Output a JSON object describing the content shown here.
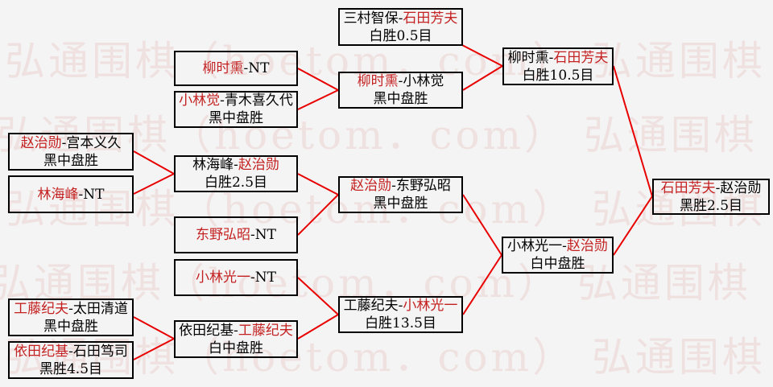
{
  "watermark": {
    "text": "弘通围棋（hoetom．com） 弘通围棋（hoetom．com）",
    "color": "#f0e1e1"
  },
  "colors": {
    "background": "#f4f4f4",
    "box_border": "#000000",
    "text": "#000000",
    "winner_red": "#c42222",
    "connector_red": "#e80000"
  },
  "bracket": {
    "separator": "-",
    "nodes": [
      {
        "p1": "柳时熏",
        "p1_red": true,
        "p2": "NT",
        "p2_red": false,
        "result": ""
      },
      {
        "p1": "小林觉",
        "p1_red": true,
        "p2": "青木喜久代",
        "p2_red": false,
        "result": "黑中盘胜"
      },
      {
        "p1": "三村智保",
        "p1_red": false,
        "p2": "石田芳夫",
        "p2_red": true,
        "result": "白胜0.5目"
      },
      {
        "p1": "柳时熏",
        "p1_red": true,
        "p2": "小林觉",
        "p2_red": false,
        "result": "黑中盘胜"
      },
      {
        "p1": "柳时熏",
        "p1_red": false,
        "p2": "石田芳夫",
        "p2_red": true,
        "result": "白胜10.5目"
      },
      {
        "p1": "赵治勋",
        "p1_red": true,
        "p2": "宫本义久",
        "p2_red": false,
        "result": "黑中盘胜"
      },
      {
        "p1": "林海峰",
        "p1_red": true,
        "p2": "NT",
        "p2_red": false,
        "result": ""
      },
      {
        "p1": "林海峰",
        "p1_red": false,
        "p2": "赵治勋",
        "p2_red": true,
        "result": "白胜2.5目"
      },
      {
        "p1": "东野弘昭",
        "p1_red": true,
        "p2": "NT",
        "p2_red": false,
        "result": ""
      },
      {
        "p1": "赵治勋",
        "p1_red": true,
        "p2": "东野弘昭",
        "p2_red": false,
        "result": "黑中盘胜"
      },
      {
        "p1": "小林光一",
        "p1_red": true,
        "p2": "NT",
        "p2_red": false,
        "result": ""
      },
      {
        "p1": "工藤纪夫",
        "p1_red": true,
        "p2": "太田清道",
        "p2_red": false,
        "result": "黑中盘胜"
      },
      {
        "p1": "依田纪基",
        "p1_red": true,
        "p2": "石田笃司",
        "p2_red": false,
        "result": "黑胜4.5目"
      },
      {
        "p1": "依田纪基",
        "p1_red": false,
        "p2": "工藤纪夫",
        "p2_red": true,
        "result": "白中盘胜"
      },
      {
        "p1": "工藤纪夫",
        "p1_red": false,
        "p2": "小林光一",
        "p2_red": true,
        "result": "白胜13.5目"
      },
      {
        "p1": "小林光一",
        "p1_red": false,
        "p2": "赵治勋",
        "p2_red": true,
        "result": "白中盘胜"
      },
      {
        "p1": "石田芳夫",
        "p1_red": true,
        "p2": "赵治勋",
        "p2_red": false,
        "result": "黑胜2.5目"
      }
    ]
  }
}
